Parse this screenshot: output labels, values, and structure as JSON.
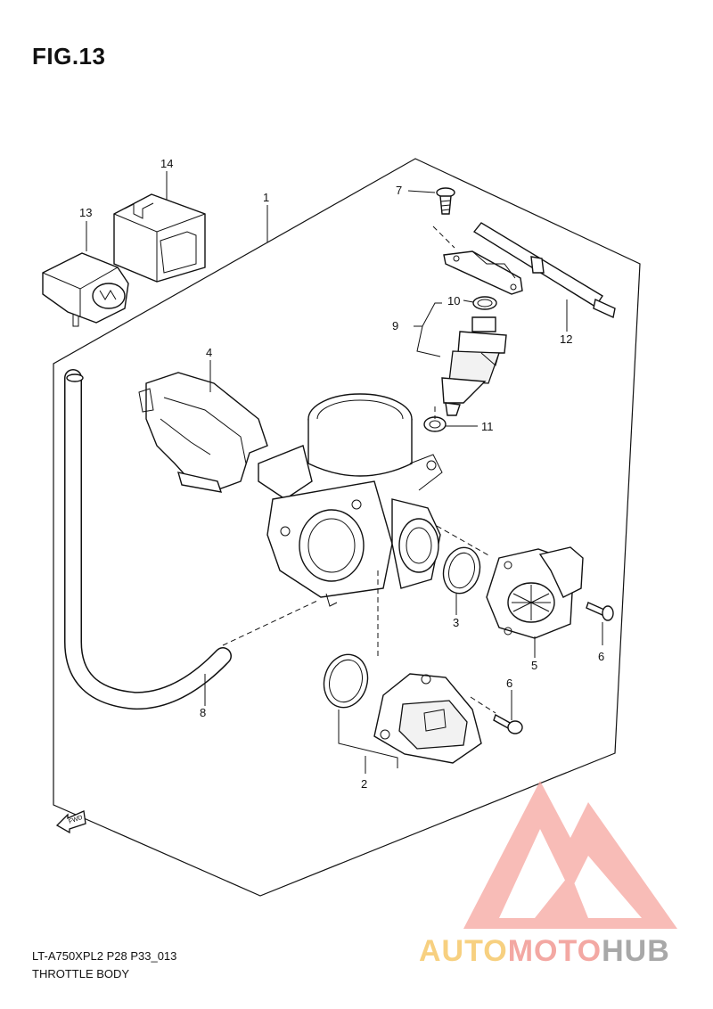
{
  "figure": {
    "title": "FIG.13"
  },
  "footer": {
    "model_code": "LT-A750XPL2 P28 P33_013",
    "assembly_name": "THROTTLE BODY"
  },
  "fwd_badge": "FWD",
  "callouts": [
    "14",
    "13",
    "1",
    "7",
    "10",
    "9",
    "12",
    "4",
    "11",
    "3",
    "6",
    "5",
    "6",
    "8",
    "2"
  ],
  "brand": {
    "part1": "AUTO",
    "part2": "MOTO",
    "part3": "HUB"
  },
  "colors": {
    "line": "#111111",
    "brand_red": "#f29a93",
    "brand_orange": "#f6c86a",
    "brand_grey": "#9a9a9a"
  }
}
